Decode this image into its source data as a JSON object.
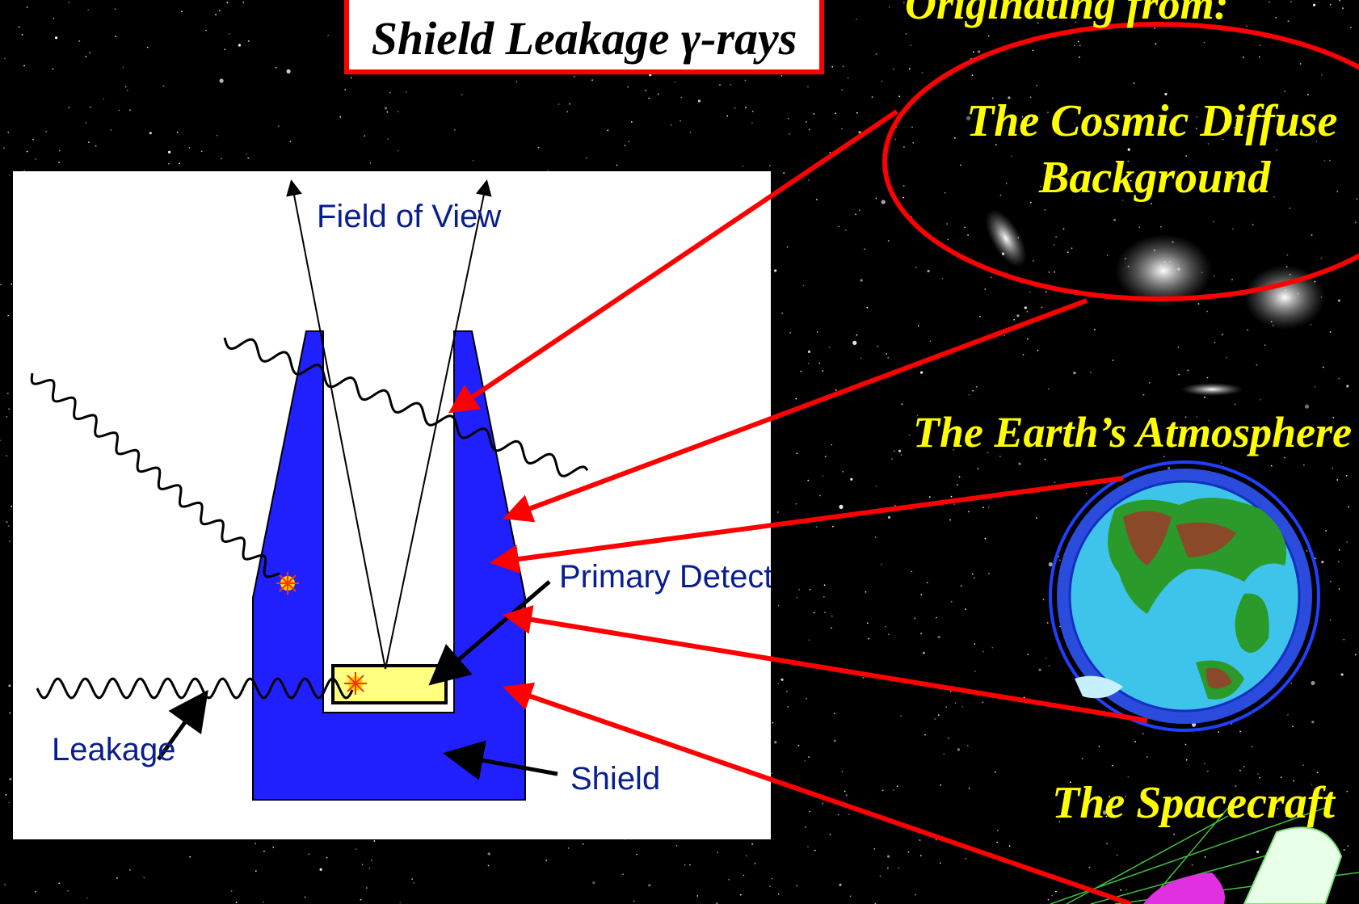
{
  "title": "Shield Leakage γ-rays",
  "header_partial": "Originating from:",
  "sources": [
    {
      "line1": "The Cosmic Diffuse",
      "line2": "Background"
    },
    {
      "line1": "The Earth’s Atmosphere"
    },
    {
      "line1": "The Spacecraft"
    }
  ],
  "diagram": {
    "fov_label": "Field of View",
    "detector_label": "Primary Detector",
    "shield_label": "Shield",
    "leakage_label": "Leakage"
  },
  "colors": {
    "shield": "#2020ff",
    "detector": "#ffff80",
    "arrow_red": "#ff0000",
    "label_yellow": "#ffff00",
    "label_blue": "#0a1f8f"
  }
}
